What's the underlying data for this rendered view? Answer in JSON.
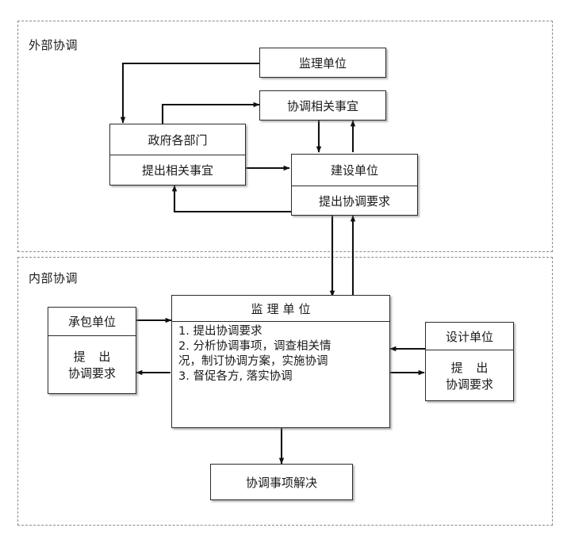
{
  "diagram": {
    "title_visible": false,
    "zones": [
      {
        "name": "external",
        "label": "外部协调"
      },
      {
        "name": "internal",
        "label": "内部协调"
      }
    ],
    "nodes": {
      "supervision_top": {
        "title": "监理单位"
      },
      "coordination_matters": {
        "title": "协调相关事宜"
      },
      "government": {
        "title": "政府各部门",
        "sub": "提出相关事宜"
      },
      "construction_unit": {
        "title": "建设单位",
        "sub": "提出协调要求"
      },
      "contractor": {
        "title": "承包单位",
        "sub_line1": "提 出",
        "sub_line2": "协调要求"
      },
      "design_unit": {
        "title": "设计单位",
        "sub_line1": "提 出",
        "sub_line2": "协调要求"
      },
      "supervision_main": {
        "title": "监理单位",
        "items": [
          "1. 提出协调要求",
          "2. 分析协调事项，调查相关情",
          "况，制订协调方案，实施协调",
          "3. 督促各方, 落实协调"
        ]
      },
      "resolved": {
        "title": "协调事项解决"
      }
    },
    "colors": {
      "box_border": "#2b2b2b",
      "zone_border": "#8a8a96",
      "text": "#1a1a1a",
      "line": "#111111",
      "background": "#ffffff"
    }
  }
}
